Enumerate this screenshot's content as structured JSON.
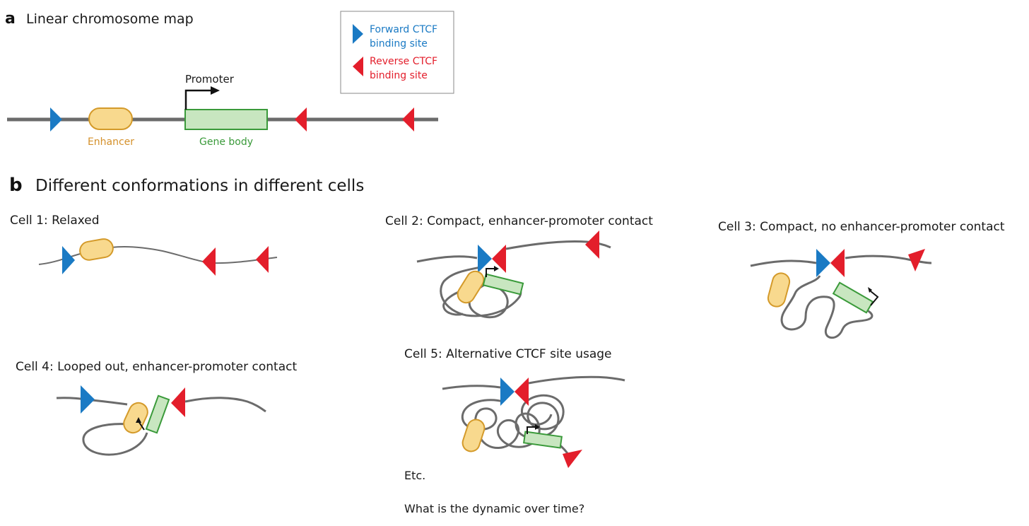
{
  "panel_a": {
    "letter": "a",
    "title": "Linear chromosome map",
    "promoter_label": "Promoter",
    "enhancer_label": "Enhancer",
    "gene_body_label": "Gene body"
  },
  "legend": {
    "forward_line1": "Forward CTCF",
    "forward_line2": "binding site",
    "reverse_line1": "Reverse CTCF",
    "reverse_line2": "binding site"
  },
  "panel_b": {
    "letter": "b",
    "title": "Different conformations in different cells",
    "cell1": "Cell 1: Relaxed",
    "cell2": "Cell 2: Compact, enhancer-promoter contact",
    "cell3": "Cell 3: Compact, no enhancer-promoter contact",
    "cell4": "Cell 4: Looped out, enhancer-promoter contact",
    "cell5": "Cell 5: Alternative CTCF site usage",
    "etc": "Etc.",
    "question": "What is the dynamic over time?"
  },
  "colors": {
    "forward_ctcf": "#1a7ac4",
    "reverse_ctcf": "#e31e2b",
    "enhancer_fill": "#f8d98e",
    "enhancer_stroke": "#d49a2a",
    "enhancer_text": "#d4902a",
    "gene_fill": "#c8e6c0",
    "gene_stroke": "#3a9a3a",
    "gene_text": "#3a9a3a",
    "chromatin": "#6b6b6b"
  }
}
